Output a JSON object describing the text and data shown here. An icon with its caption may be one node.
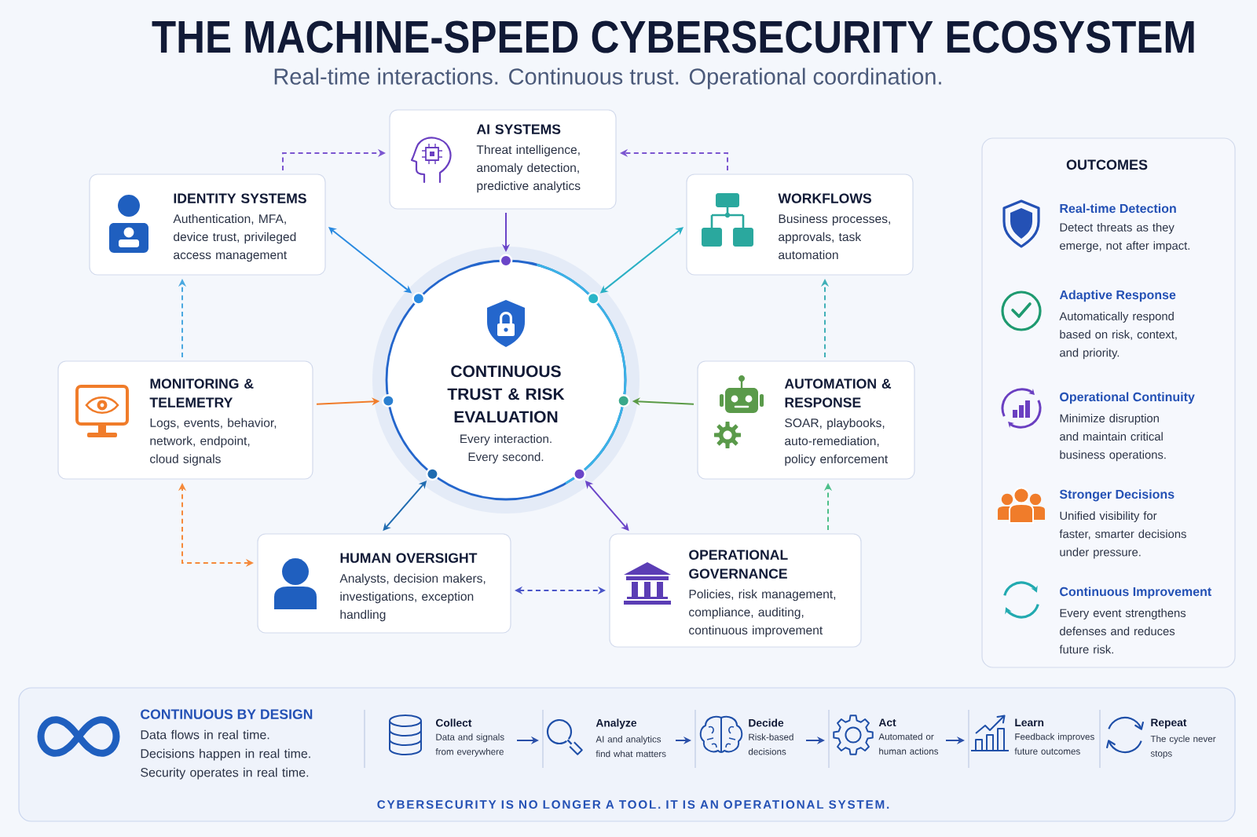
{
  "diagram": {
    "title": "THE MACHINE-SPEED CYBERSECURITY ECOSYSTEM",
    "nodes": [
      {
        "text": [
          "AI SYSTEMS",
          "Threat intelligence, anomaly detection, predictive analytics"
        ]
      },
      {
        "text": [
          "IDENTITY SYSTEMS",
          "Authentication, MFA, device trust, privileged access management"
        ]
      },
      {
        "text": [
          "WORKFLOWS",
          "Business processes, approvals, task automation"
        ]
      },
      {
        "text": [
          "CONTINUOUS TRUST & RISK EVALUATION",
          "Every interaction. Every second."
        ]
      },
      {
        "text": [
          "MONITORING & TELEMETRY",
          "Logs, events, behavior, network, endpoint, cloud signals"
        ]
      },
      {
        "text": [
          "AUTOMATION & RESPONSE",
          "SOAR, playbooks, auto-remediation, policy enforcement"
        ]
      },
      {
        "text": [
          "HUMAN OVERSIGHT",
          "Analysts, decision makers, investigations, exception handling"
        ]
      },
      {
        "text": [
          "OPERATIONAL GOVERNANCE",
          "Policies, risk management, compliance, auditing, continuous improvement"
        ]
      },
      {
        "text": [
          "OUTCOMES",
          "Real-time Detection",
          "Detect threats as they emerge, not after impact.",
          "Adaptive Response",
          "Automatically respond based on risk, context, and priority.",
          "Operational Continuity",
          "Minimize disruption and maintain critical business operations.",
          "Stronger Decisions",
          "Unified visibility for faster, smarter decisions under pressure.",
          "Continuous Improvement",
          "Every event strengthens defenses and reduces future risk."
        ]
      },
      {
        "text": [
          "CONTINUOUS BY DESIGN",
          "Data flows in real time. Decisions happen in real time. Security operates in real time.",
          "CYBERSECURITY IS NO LONGER A TOOL. IT IS AN OPERATIONAL SYSTEM."
        ]
      },
      {
        "text": [
          "Collect",
          "Data and signals from everywhere"
        ],
        "in": 9
      },
      {
        "text": [
          "Analyze",
          "AI and analytics find what matters"
        ],
        "in": 9
      },
      {
        "text": [
          "Decide",
          "Risk-based decisions"
        ],
        "in": 9
      },
      {
        "text": [
          "Act",
          "Automated or human actions"
        ],
        "in": 9
      },
      {
        "text": [
          "Learn",
          "Feedback improves future outcomes"
        ],
        "in": 9
      },
      {
        "text": [
          "Repeat",
          "The cycle never stops"
        ],
        "in": 9
      }
    ],
    "edges": [
      {
        "from": 0,
        "to": 3,
        "arrow": "to",
        "color": "#6a45c8"
      },
      {
        "from": 1,
        "to": 3,
        "arrow": "both",
        "color": "#2a8ae0"
      },
      {
        "from": 2,
        "to": 3,
        "arrow": "both",
        "color": "#2ab0c4"
      },
      {
        "from": 4,
        "to": 3,
        "arrow": "to",
        "color": "#f07c2a"
      },
      {
        "from": 5,
        "to": 3,
        "arrow": "to",
        "color": "#5a9a45"
      },
      {
        "from": 6,
        "to": 3,
        "arrow": "both",
        "color": "#1f6bb0"
      },
      {
        "from": 7,
        "to": 3,
        "arrow": "both",
        "color": "#6a45c8"
      },
      {
        "from": 1,
        "to": 0,
        "arrow": "to",
        "style": "dashed",
        "color": "#7b55d0"
      },
      {
        "from": 2,
        "to": 0,
        "arrow": "to",
        "style": "dashed",
        "color": "#7b55d0"
      },
      {
        "from": 4,
        "to": 1,
        "arrow": "to",
        "style": "dashed",
        "color": "#4aa8e0"
      },
      {
        "from": 6,
        "to": 4,
        "arrow": "both",
        "style": "dashed",
        "color": "#f5893a"
      },
      {
        "from": 6,
        "to": 7,
        "arrow": "both",
        "style": "dashed",
        "color": "#4a55c8"
      },
      {
        "from": 7,
        "to": 5,
        "arrow": "to",
        "style": "dashed",
        "color": "#4cbf8a"
      },
      {
        "from": 5,
        "to": 2,
        "arrow": "to",
        "style": "dashed",
        "color": "#40b0b8"
      },
      {
        "from": 10,
        "to": 11,
        "arrow": "to"
      },
      {
        "from": 11,
        "to": 12,
        "arrow": "to"
      },
      {
        "from": 12,
        "to": 13,
        "arrow": "to"
      },
      {
        "from": 13,
        "to": 14,
        "arrow": "to"
      }
    ],
    "labels": [
      "Real-time interactions. Continuous trust. Operational coordination."
    ]
  }
}
